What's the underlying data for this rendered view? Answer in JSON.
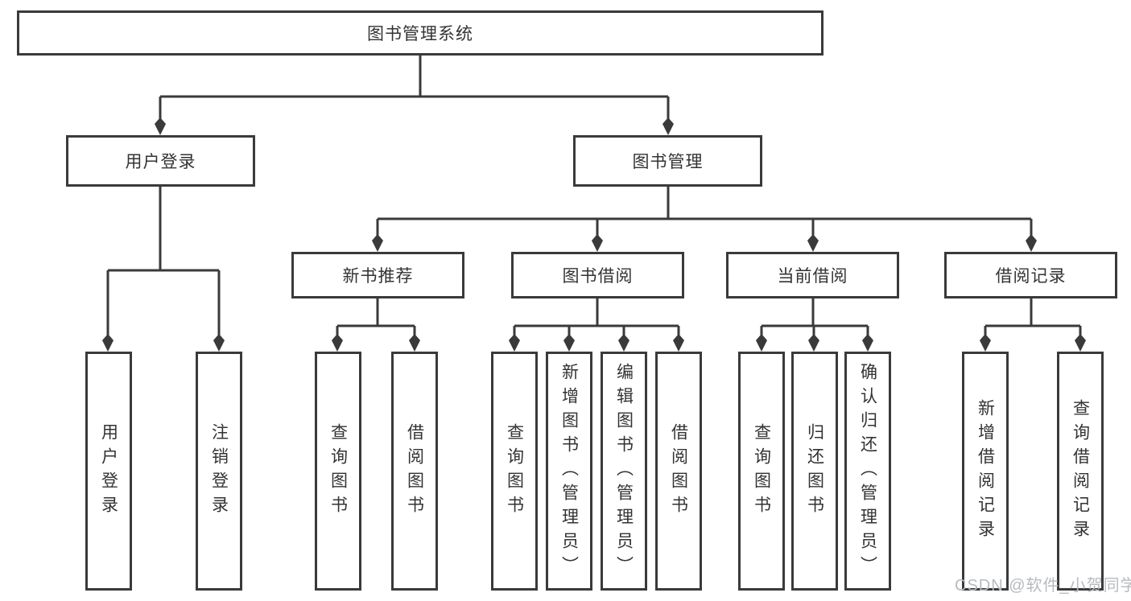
{
  "nodes": {
    "root": "图书管理系统",
    "login_branch": {
      "label": "用户登录",
      "children": [
        "用户登录",
        "注销登录"
      ]
    },
    "management_branch": {
      "label": "图书管理",
      "modules": [
        {
          "label": "新书推荐",
          "children": [
            "查询图书",
            "借阅图书"
          ]
        },
        {
          "label": "图书借阅",
          "children": [
            "查询图书",
            "新增图书（管理员）",
            "编辑图书（管理员）",
            "借阅图书"
          ]
        },
        {
          "label": "当前借阅",
          "children": [
            "查询图书",
            "归还图书",
            "确认归还（管理员）"
          ]
        },
        {
          "label": "借阅记录",
          "children": [
            "新增借阅记录",
            "查询借阅记录"
          ]
        }
      ]
    }
  },
  "watermark": "CSDN @软件_小贺同学",
  "colors": {
    "line": "#3a3a3a",
    "text": "#333333",
    "watermark": "#b7bbc1",
    "background": "#ffffff"
  }
}
